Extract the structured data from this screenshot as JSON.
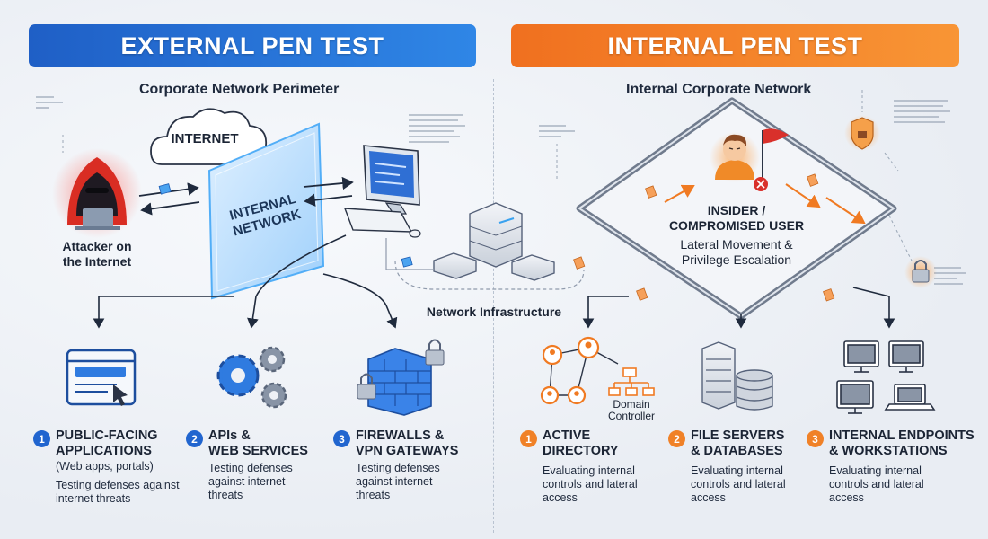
{
  "external": {
    "banner": "EXTERNAL PEN TEST",
    "subtitle": "Corporate Network Perimeter",
    "cloud_label": "INTERNET",
    "internal_network_label": [
      "INTERNAL",
      "NETWORK"
    ],
    "attacker_label": [
      "Attacker on",
      "the Internet"
    ],
    "steps": [
      {
        "num": "1",
        "title": [
          "PUBLIC-FACING",
          "APPLICATIONS"
        ],
        "detail": "(Web apps, portals)",
        "desc": "Testing defenses against internet threats"
      },
      {
        "num": "2",
        "title": [
          "APIs &",
          "WEB SERVICES"
        ],
        "detail": "",
        "desc": "Testing defenses against internet threats"
      },
      {
        "num": "3",
        "title": [
          "FIREWALLS &",
          "VPN GATEWAYS"
        ],
        "detail": "",
        "desc": "Testing defenses against internet threats"
      }
    ]
  },
  "internal": {
    "banner": "INTERNAL PEN TEST",
    "subtitle": "Internal Corporate Network",
    "insider_label": [
      "INSIDER /",
      "COMPROMISED USER"
    ],
    "insider_desc": [
      "Lateral Movement &",
      "Privilege Escalation"
    ],
    "domain_controller": [
      "Domain",
      "Controller"
    ],
    "steps": [
      {
        "num": "1",
        "title": [
          "ACTIVE",
          "DIRECTORY"
        ],
        "detail": "",
        "desc": "Evaluating internal controls and lateral access"
      },
      {
        "num": "2",
        "title": [
          "FILE SERVERS",
          "& DATABASES"
        ],
        "detail": "",
        "desc": "Evaluating internal controls and lateral access"
      },
      {
        "num": "3",
        "title": [
          "INTERNAL ENDPOINTS",
          "& WORKSTATIONS"
        ],
        "detail": "",
        "desc": "Evaluating internal controls and lateral access"
      }
    ]
  },
  "network_infrastructure": "Network Infrastructure",
  "colors": {
    "blue": "#2165cf",
    "orange": "#f08127",
    "red": "#d9302b"
  }
}
